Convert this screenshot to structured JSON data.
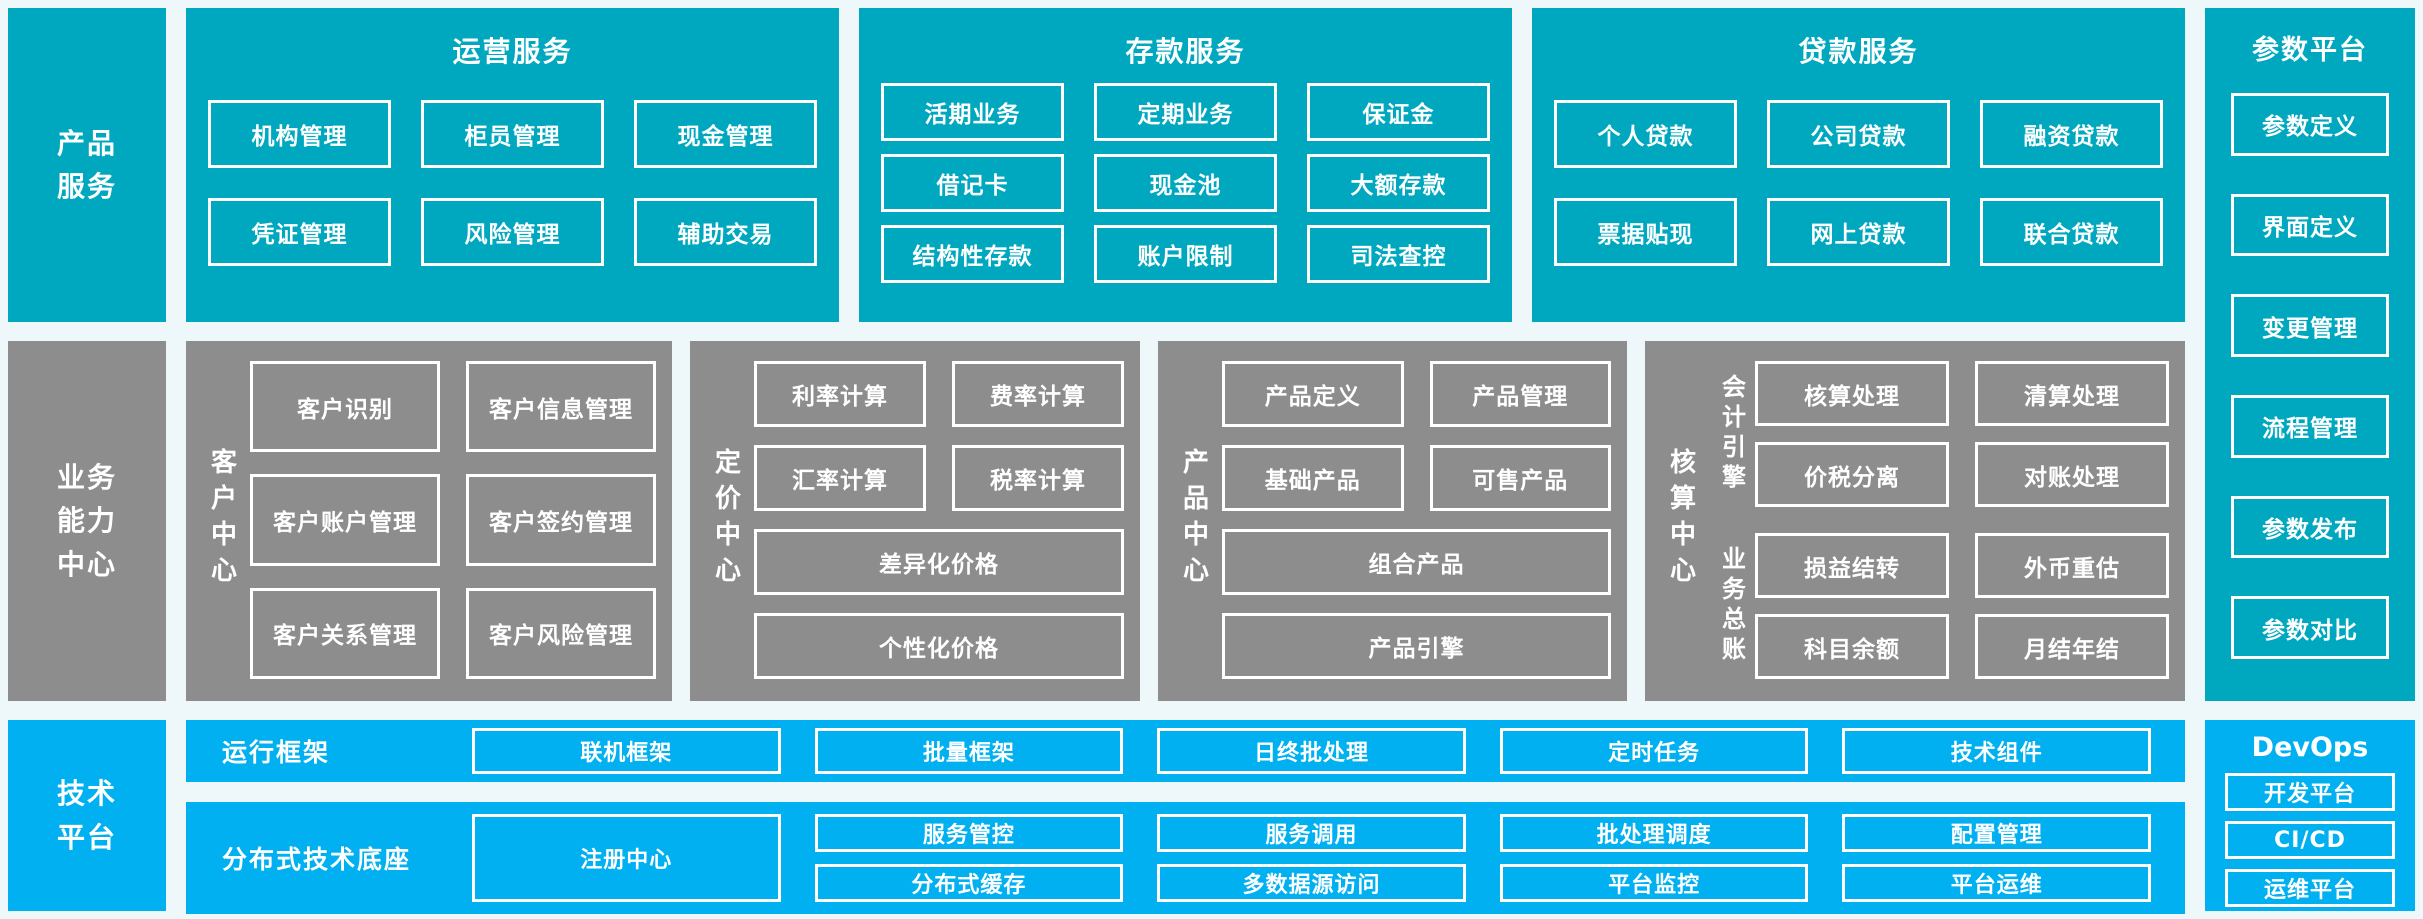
{
  "colors": {
    "teal": "#00a8bf",
    "gray": "#8d8d8d",
    "blue": "#00b0f0",
    "text": "#ffffff",
    "background": "#eef7fa"
  },
  "left_labels": {
    "product": "产品\n服务",
    "business": "业务\n能力\n中心",
    "tech": "技术\n平台"
  },
  "product_row": {
    "sections": [
      {
        "title": "运营服务",
        "boxes": [
          "机构管理",
          "柜员管理",
          "现金管理",
          "凭证管理",
          "风险管理",
          "辅助交易"
        ]
      },
      {
        "title": "存款服务",
        "boxes": [
          "活期业务",
          "定期业务",
          "保证金",
          "借记卡",
          "现金池",
          "大额存款",
          "结构性存款",
          "账户限制",
          "司法查控"
        ]
      },
      {
        "title": "贷款服务",
        "boxes": [
          "个人贷款",
          "公司贷款",
          "融资贷款",
          "票据贴现",
          "网上贷款",
          "联合贷款"
        ]
      }
    ]
  },
  "param_platform": {
    "title": "参数平台",
    "boxes": [
      "参数定义",
      "界面定义",
      "变更管理",
      "流程管理",
      "参数发布",
      "参数对比"
    ]
  },
  "business_row": {
    "customer_center": {
      "label": "客户中心",
      "boxes": [
        "客户识别",
        "客户信息管理",
        "客户账户管理",
        "客户签约管理",
        "客户关系管理",
        "客户风险管理"
      ]
    },
    "pricing_center": {
      "label": "定价中心",
      "boxes": [
        "利率计算",
        "费率计算",
        "汇率计算",
        "税率计算"
      ],
      "wide_boxes": [
        "差异化价格",
        "个性化价格"
      ]
    },
    "product_center": {
      "label": "产品中心",
      "boxes": [
        "产品定义",
        "产品管理",
        "基础产品",
        "可售产品"
      ],
      "wide_boxes": [
        "组合产品",
        "产品引擎"
      ]
    },
    "accounting_center": {
      "label": "核算中心",
      "groups": [
        {
          "label": "会计引擎",
          "boxes": [
            "核算处理",
            "清算处理",
            "价税分离",
            "对账处理"
          ]
        },
        {
          "label": "业务总账",
          "boxes": [
            "损益结转",
            "外币重估",
            "科目余额",
            "月结年结"
          ]
        }
      ]
    }
  },
  "tech_row": {
    "runtime": {
      "label": "运行框架",
      "boxes": [
        "联机框架",
        "批量框架",
        "日终批处理",
        "定时任务",
        "技术组件"
      ]
    },
    "distributed": {
      "label": "分布式技术底座",
      "registry": "注册中心",
      "top_boxes": [
        "服务管控",
        "服务调用",
        "批处理调度",
        "配置管理"
      ],
      "bottom_boxes": [
        "分布式缓存",
        "多数据源访问",
        "平台监控",
        "平台运维"
      ]
    },
    "devops": {
      "title": "DevOps",
      "boxes": [
        "开发平台",
        "CI/CD",
        "运维平台"
      ]
    }
  }
}
